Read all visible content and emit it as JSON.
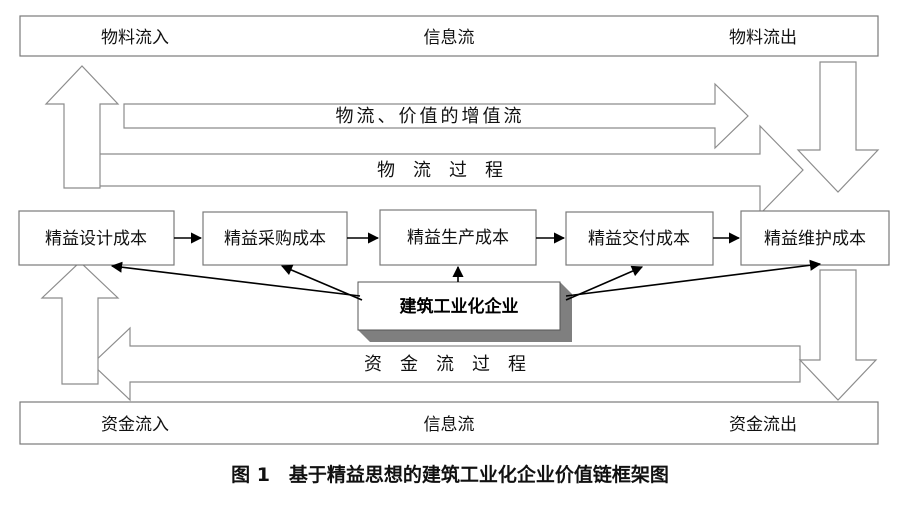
{
  "top_bar": {
    "left": "物料流入",
    "center": "信息流",
    "right": "物料流出"
  },
  "bottom_bar": {
    "left": "资金流入",
    "center": "信息流",
    "right": "资金流出"
  },
  "value_stream_arrow": "物流、价值的增值流",
  "logistics_arrow": "物　流　过　程",
  "cost_boxes": [
    "精益设计成本",
    "精益采购成本",
    "精益生产成本",
    "精益交付成本",
    "精益维护成本"
  ],
  "enterprise": "建筑工业化企业",
  "capital_arrow": "资　金　流　过　程",
  "caption": "图 1　基于精益思想的建筑工业化企业价值链框架图",
  "colors": {
    "outline": "#8c8c8c",
    "box_shadow": "#7f7f7f",
    "text": "#111111"
  }
}
